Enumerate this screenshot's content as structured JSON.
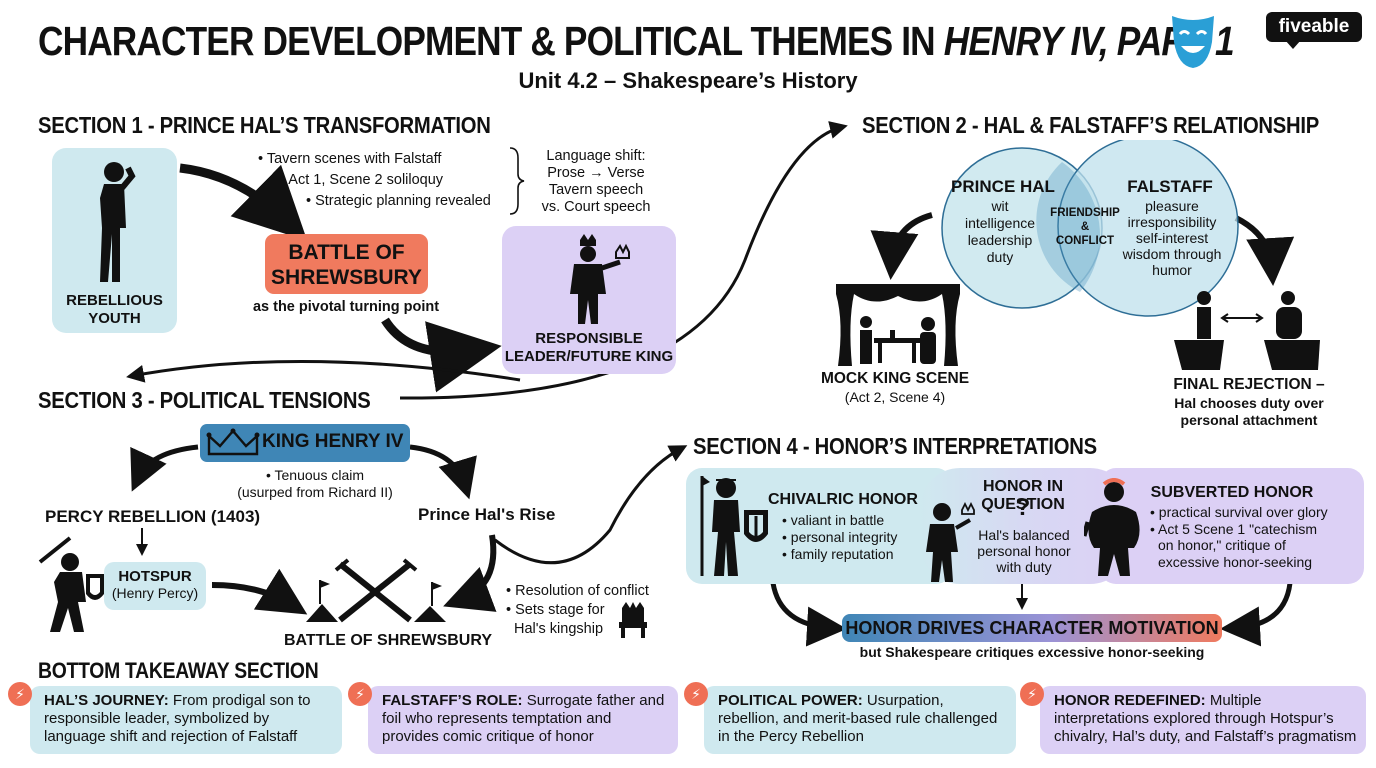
{
  "header": {
    "title_main": "CHARACTER DEVELOPMENT & POLITICAL THEMES IN ",
    "title_italic": "HENRY IV, PART 1",
    "subtitle": "Unit 4.2 – Shakespeare’s History",
    "logo_text": "fiveable",
    "mask_icon": "theatre-mask-icon"
  },
  "colors": {
    "light_blue": "#cfe9ef",
    "lavender": "#dcd0f5",
    "orange": "#f07a5e",
    "steel_blue": "#3f86b6",
    "venn_blue": "#bfe0ec"
  },
  "section1": {
    "heading": "SECTION 1 - PRINCE HAL’S TRANSFORMATION",
    "youth_label_1": "REBELLIOUS",
    "youth_label_2": "YOUTH",
    "bullets": [
      "• Tavern scenes with Falstaff",
      "• Act 1, Scene 2 soliloquy",
      "• Strategic planning revealed"
    ],
    "language": [
      "Language shift:",
      "Prose → Verse",
      "Tavern speech",
      "vs. Court speech"
    ],
    "battle_line1": "BATTLE OF",
    "battle_line2": "SHREWSBURY",
    "pivot": "as the pivotal turning point",
    "leader_line1": "RESPONSIBLE",
    "leader_line2": "LEADER/FUTURE KING"
  },
  "section2": {
    "heading": "SECTION 2 - HAL & FALSTAFF’S RELATIONSHIP",
    "hal_title": "PRINCE HAL",
    "hal_traits": [
      "wit",
      "intelligence",
      "leadership",
      "duty"
    ],
    "overlap": [
      "FRIENDSHIP",
      "&",
      "CONFLICT"
    ],
    "falstaff_title": "FALSTAFF",
    "falstaff_traits": [
      "pleasure",
      "irresponsibility",
      "self-interest",
      "wisdom through",
      "humor"
    ],
    "mock_title": "MOCK KING SCENE",
    "mock_sub": "(Act 2, Scene 4)",
    "rejection_title": "FINAL REJECTION –",
    "rejection_sub1": "Hal chooses duty over",
    "rejection_sub2": "personal attachment"
  },
  "section3": {
    "heading": "SECTION 3 - POLITICAL TENSIONS",
    "king": "KING HENRY IV",
    "claim1": "• Tenuous claim",
    "claim2": "(usurped from Richard II)",
    "percy": "PERCY REBELLION (1403)",
    "hal_rise": "Prince Hal's Rise",
    "hotspur1": "HOTSPUR",
    "hotspur2": "(Henry Percy)",
    "battle": "BATTLE OF SHREWSBURY",
    "resolution": [
      "• Resolution of conflict",
      "• Sets stage for",
      "Hal's kingship"
    ]
  },
  "section4": {
    "heading": "SECTION 4 - HONOR’S INTERPRETATIONS",
    "chivalric_title": "CHIVALRIC HONOR",
    "chivalric_items": [
      "• valiant in battle",
      "• personal integrity",
      "• family reputation"
    ],
    "question_title": "HONOR IN QUESTION",
    "question_mark": "?",
    "question_text": [
      "Hal's balanced",
      "personal honor",
      "with duty"
    ],
    "subverted_title": "SUBVERTED HONOR",
    "subverted_items": [
      "• practical survival over glory",
      "• Act 5 Scene 1 \"catechism",
      "on honor,\" critique of",
      "excessive honor-seeking"
    ],
    "drives": "HONOR DRIVES CHARACTER MOTIVATION",
    "drives_sub": "but Shakespeare critiques excessive honor-seeking"
  },
  "takeaways": {
    "heading": "BOTTOM TAKEAWAY SECTION",
    "items": [
      {
        "label": "HAL’S JOURNEY:",
        "text": " From prodigal son to responsible leader, symbolized by language shift and rejection of Falstaff"
      },
      {
        "label": "FALSTAFF’S ROLE:",
        "text": " Surrogate father and foil who represents temptation and provides comic critique of honor"
      },
      {
        "label": "POLITICAL POWER:",
        "text": " Usurpation, rebellion, and merit-based rule challenged in the Percy Rebellion"
      },
      {
        "label": "HONOR REDEFINED:",
        "text": " Multiple interpretations explored through Hotspur’s chivalry, Hal’s duty, and Falstaff’s pragmatism"
      }
    ]
  }
}
